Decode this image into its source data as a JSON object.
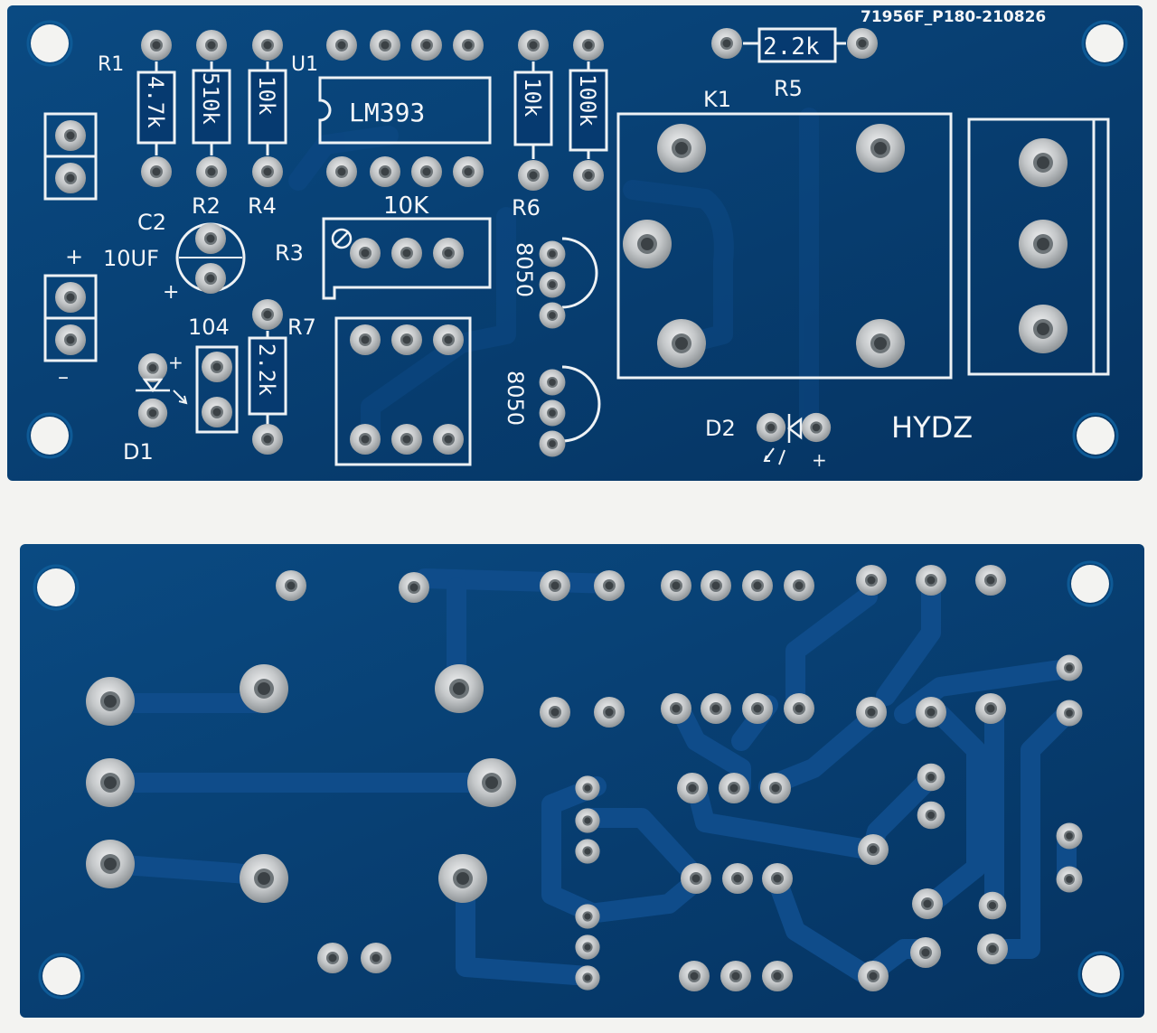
{
  "top_board": {
    "board_id": "71956F_P180-210826",
    "brand": "HYDZ",
    "references": {
      "R1": "R1",
      "R2": "R2",
      "R4": "R4",
      "R3": "R3",
      "R5": "R5",
      "R6": "R6",
      "R7": "R7",
      "U1": "U1",
      "C2": "C2",
      "K1": "K1",
      "D1": "D1",
      "D2": "D2"
    },
    "values": {
      "r1": "4.7k",
      "r2": "510k",
      "r4": "10k",
      "u1": "LM393",
      "r6": "10k",
      "r7_top": "100k",
      "r5": "2.2k",
      "pot": "10K",
      "c2": "10UF",
      "cap104": "104",
      "r7": "2.2k",
      "q1": "8050",
      "q2": "8050"
    },
    "polarity": {
      "plus_terminal": "+",
      "minus_terminal": "–",
      "cap_plus": "+",
      "d1_plus": "+",
      "d2_plus": "+"
    }
  },
  "colors": {
    "board": "#063a70",
    "board_edge": "#0a4a85",
    "silkscreen": "#f4f6f8",
    "pad": "#c9ccce",
    "trace": "#0f4c8a",
    "background": "#f3f3f1"
  }
}
